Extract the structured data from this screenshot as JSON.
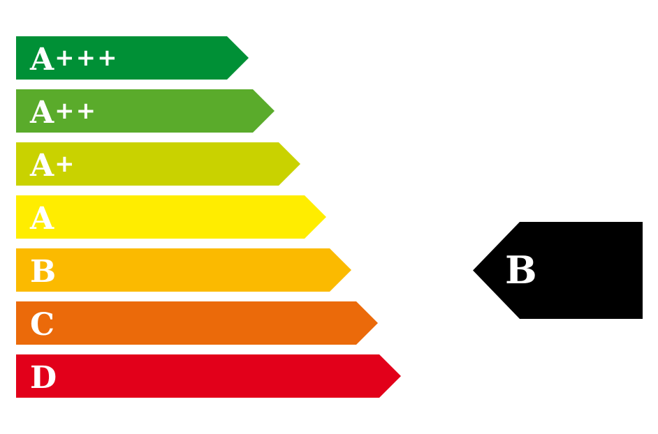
{
  "scale": {
    "classes": [
      {
        "letter": "A",
        "suffix": "+++",
        "color": "#009036"
      },
      {
        "letter": "A",
        "suffix": "++",
        "color": "#5aab2b"
      },
      {
        "letter": "A",
        "suffix": "+",
        "color": "#c9d200"
      },
      {
        "letter": "A",
        "suffix": "",
        "color": "#ffed00"
      },
      {
        "letter": "B",
        "suffix": "",
        "color": "#fbba00"
      },
      {
        "letter": "C",
        "suffix": "",
        "color": "#eb6a0a"
      },
      {
        "letter": "D",
        "suffix": "",
        "color": "#e2001a"
      }
    ]
  },
  "rating": {
    "label": "B",
    "color": "#000000",
    "text_color": "#ffffff"
  }
}
